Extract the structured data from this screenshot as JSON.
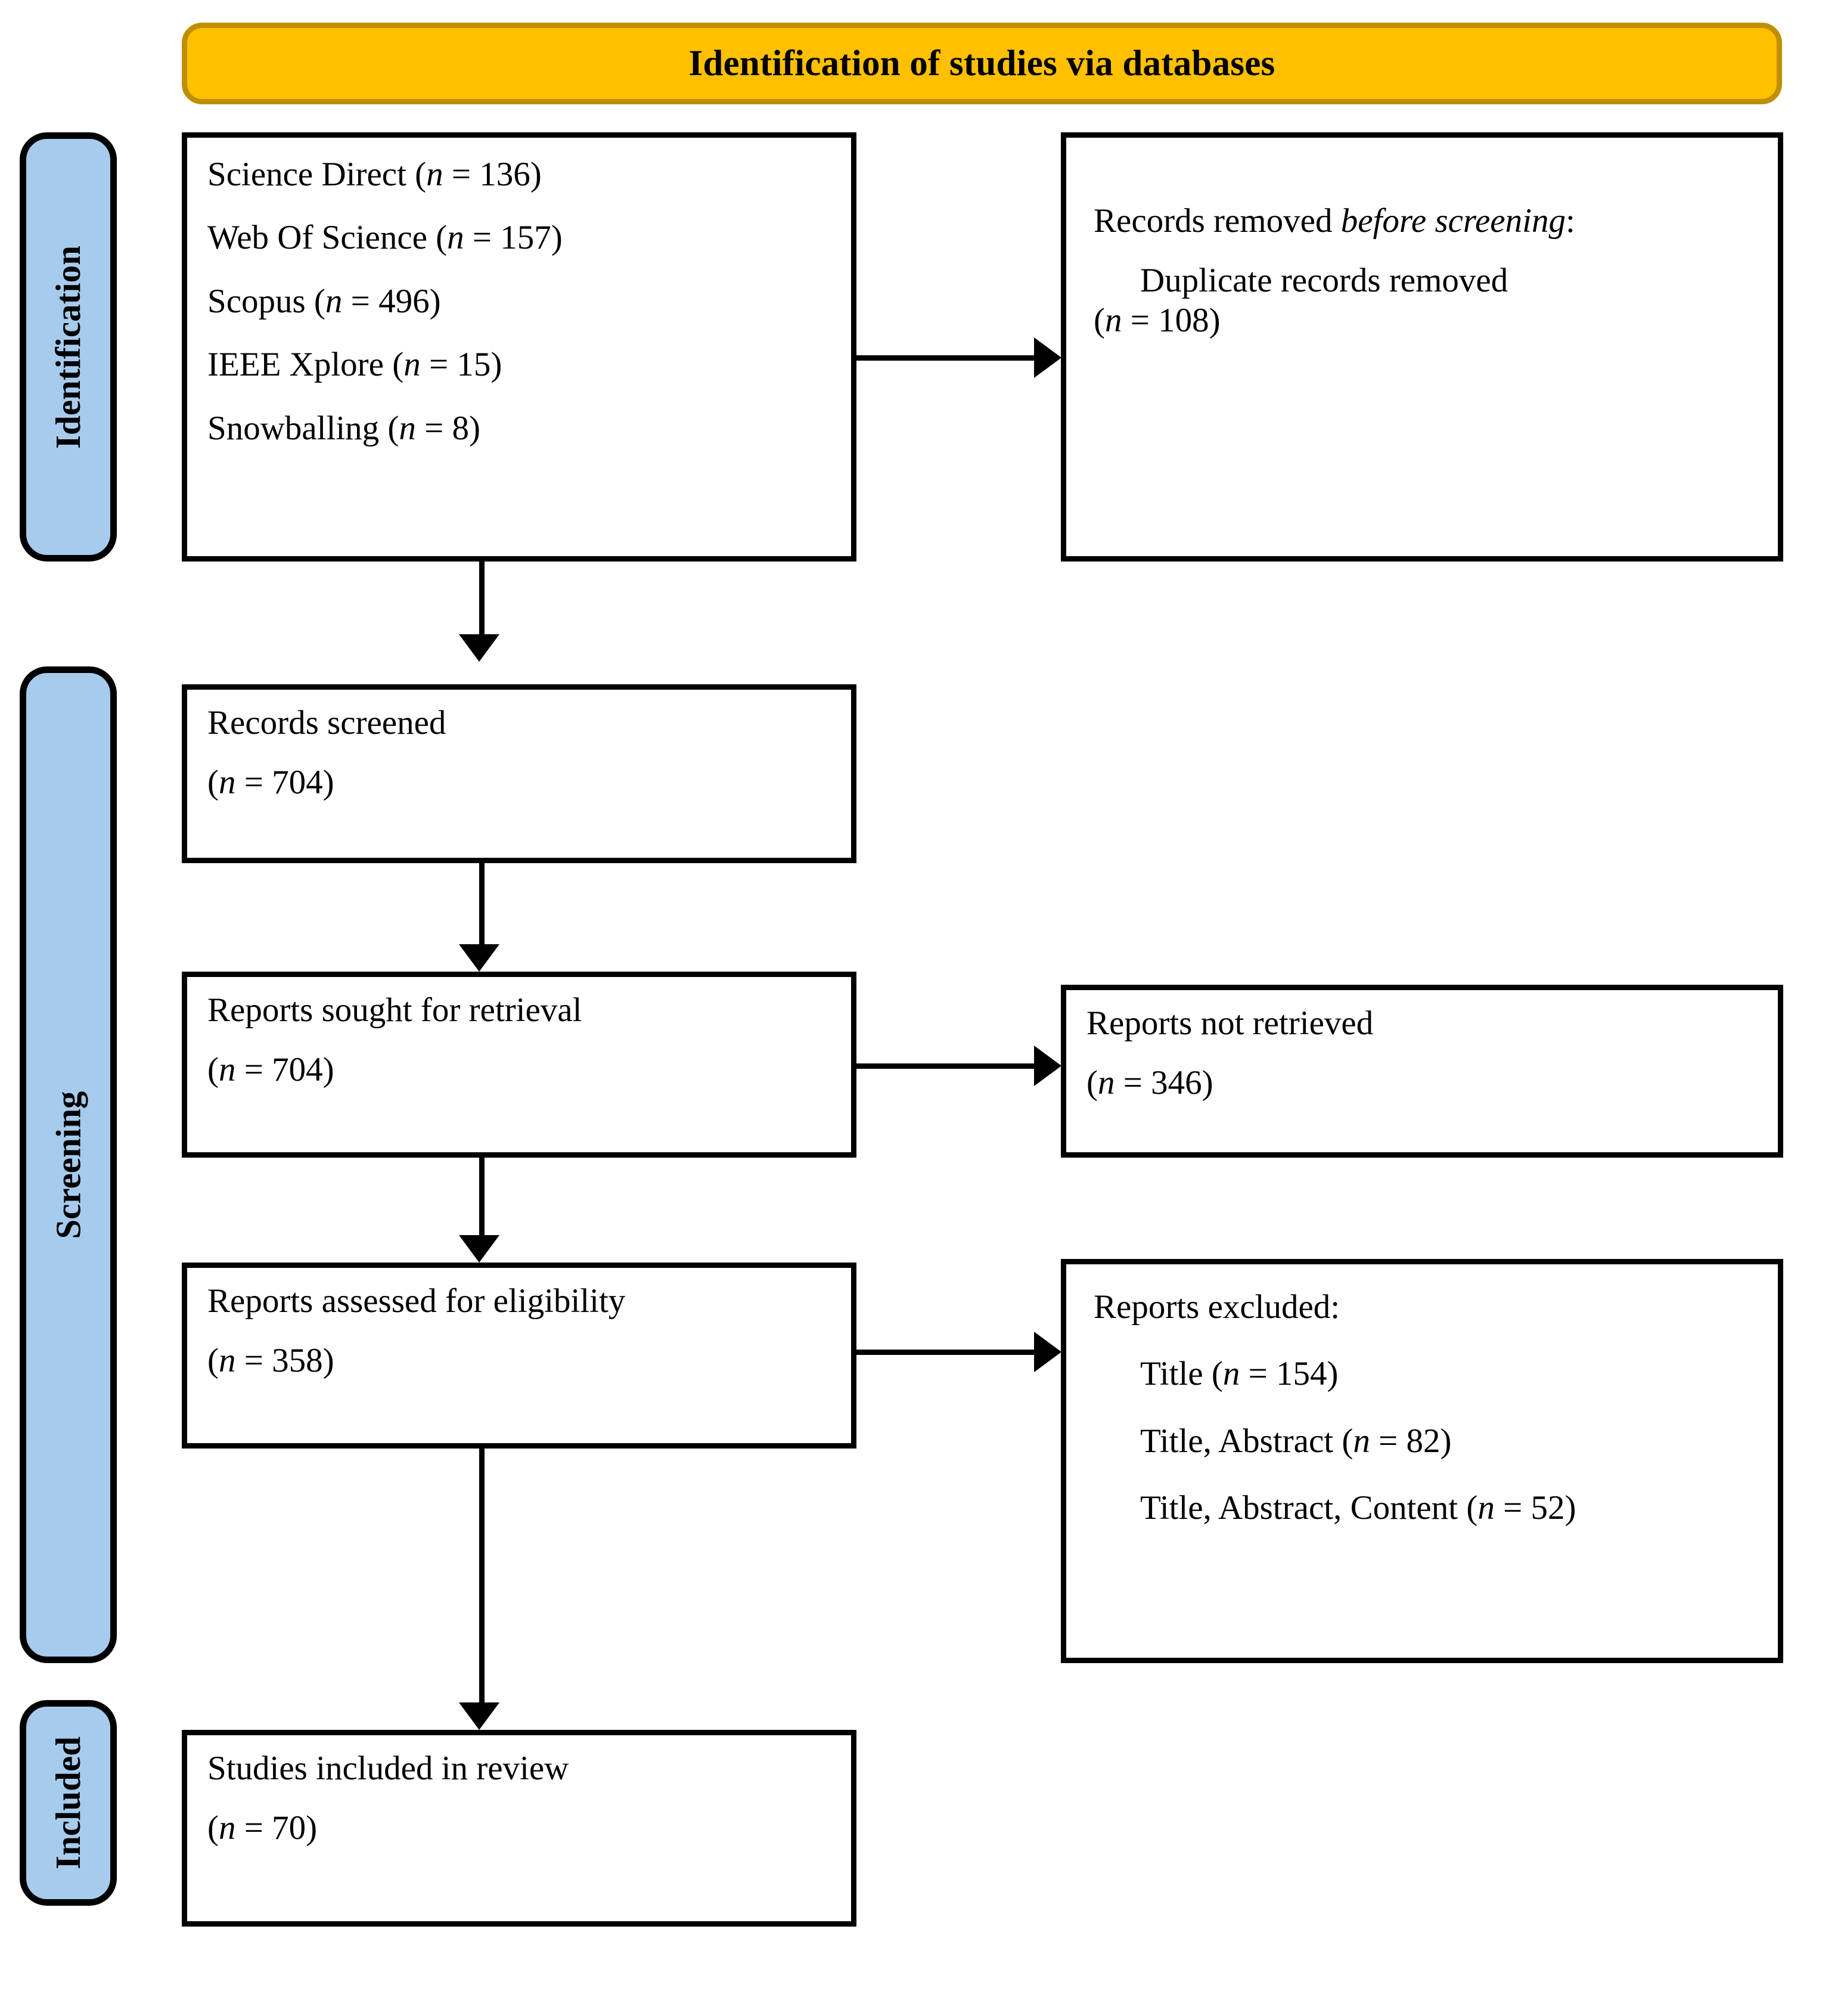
{
  "header": {
    "title": "Identification of studies via databases",
    "fill_color": "#FFC000",
    "border_color": "#BF8F00"
  },
  "stages": {
    "pill_fill_color": "#A6CBEC",
    "identification": "Identification",
    "screening": "Screening",
    "included": "Included"
  },
  "boxes": {
    "sources": {
      "lines": [
        "Science Direct (n = 136)",
        "Web Of Science (n = 157)",
        "Scopus (n = 496)",
        "IEEE Xplore (n = 15)",
        "Snowballing (n=8)"
      ],
      "databases": [
        {
          "name": "Science Direct",
          "n": 136
        },
        {
          "name": "Web Of Science",
          "n": 157
        },
        {
          "name": "Scopus",
          "n": 496
        },
        {
          "name": "IEEE Xplore",
          "n": 15
        },
        {
          "name": "Snowballing",
          "n": 8
        }
      ]
    },
    "records_removed": {
      "heading_prefix": "Records removed ",
      "heading_italic": "before screening",
      "heading_suffix": ":",
      "detail_label": "Duplicate records removed",
      "detail_count": "(n = 108)",
      "n": 108
    },
    "records_screened": {
      "label": "Records screened",
      "count": "(n = 704)",
      "n": 704
    },
    "reports_sought": {
      "label": "Reports sought for retrieval",
      "count": "(n = 704)",
      "n": 704
    },
    "reports_not_retrieved": {
      "label": "Reports not retrieved",
      "count": "(n = 346)",
      "n": 346
    },
    "reports_assessed": {
      "label": "Reports assessed for eligibility",
      "count": "(n = 358)",
      "n": 358
    },
    "reports_excluded": {
      "heading": "Reports excluded:",
      "reasons": [
        {
          "label": "Title",
          "count": "(n = 154)",
          "n": 154
        },
        {
          "label": "Title, Abstract",
          "count": "(n = 82)",
          "n": 82
        },
        {
          "label": "Title, Abstract, Content",
          "count": "(n = 52)",
          "n": 52
        }
      ]
    },
    "studies_included": {
      "label": "Studies included in review",
      "count": "(n = 70)",
      "n": 70
    }
  }
}
